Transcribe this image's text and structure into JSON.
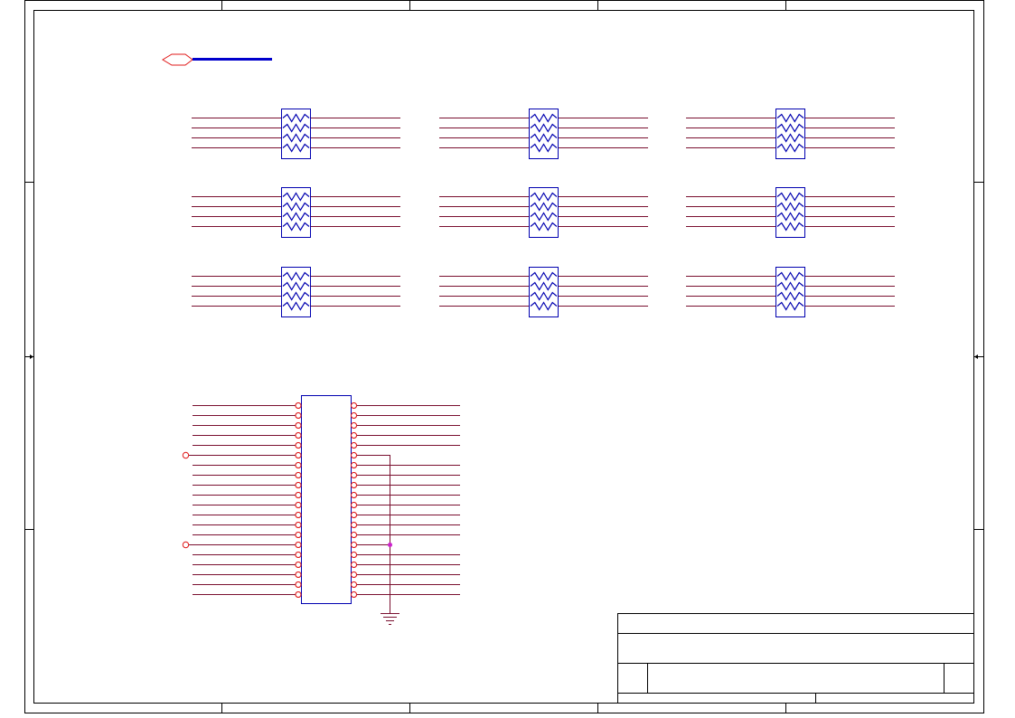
{
  "sheet": {
    "title_block_text": []
  },
  "colors": {
    "border": "#000000",
    "wire": "#7a1030",
    "pin": "#e01818",
    "body": "#0000b0",
    "bus": "#0000cc",
    "bus_port": "#e01818",
    "junction": "#cc22cc",
    "ground": "#7a1030"
  },
  "components": {
    "resistor_network_count": 9,
    "resistors_per_network": 4,
    "connector_pins_per_side": 20
  }
}
